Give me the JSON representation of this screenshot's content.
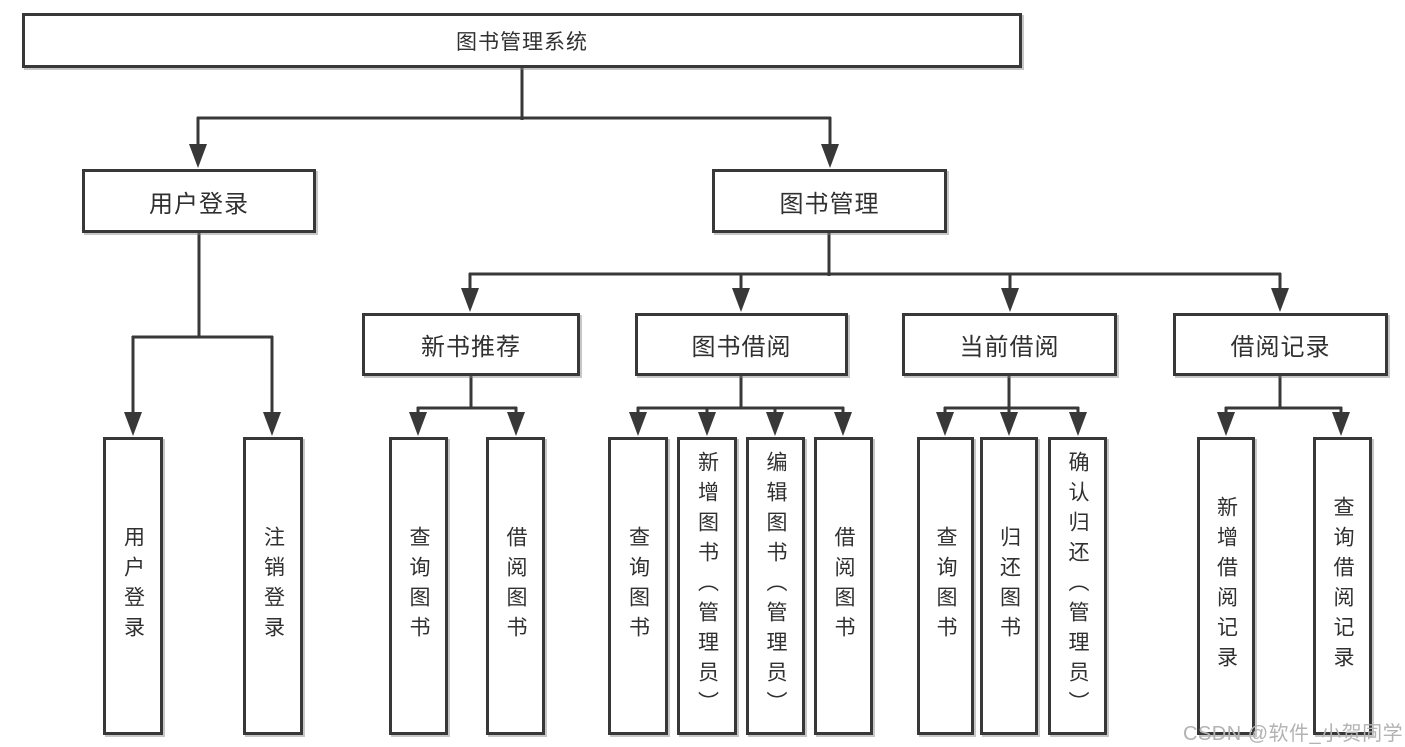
{
  "diagram": {
    "title": "图书管理系统",
    "colors": {
      "line": "#383838",
      "box_border": "#383838",
      "text": "#303030",
      "background": "#ffffff",
      "watermark": "#b3b3b3"
    },
    "tree": {
      "root": {
        "label": "图书管理系统"
      },
      "branches": [
        {
          "label": "用户登录",
          "children": [
            {
              "label": "用户登录"
            },
            {
              "label": "注销登录"
            }
          ]
        },
        {
          "label": "图书管理",
          "children": [
            {
              "label": "新书推荐",
              "children": [
                {
                  "label": "查询图书"
                },
                {
                  "label": "借阅图书"
                }
              ]
            },
            {
              "label": "图书借阅",
              "children": [
                {
                  "label": "查询图书"
                },
                {
                  "label": "新增图书（管理员）"
                },
                {
                  "label": "编辑图书（管理员）"
                },
                {
                  "label": "借阅图书"
                }
              ]
            },
            {
              "label": "当前借阅",
              "children": [
                {
                  "label": "查询图书"
                },
                {
                  "label": "归还图书"
                },
                {
                  "label": "确认归还（管理员）"
                }
              ]
            },
            {
              "label": "借阅记录",
              "children": [
                {
                  "label": "新增借阅记录"
                },
                {
                  "label": "查询借阅记录"
                }
              ]
            }
          ]
        }
      ]
    },
    "watermark": {
      "text": "CSDN @软件_小贺同学"
    }
  }
}
